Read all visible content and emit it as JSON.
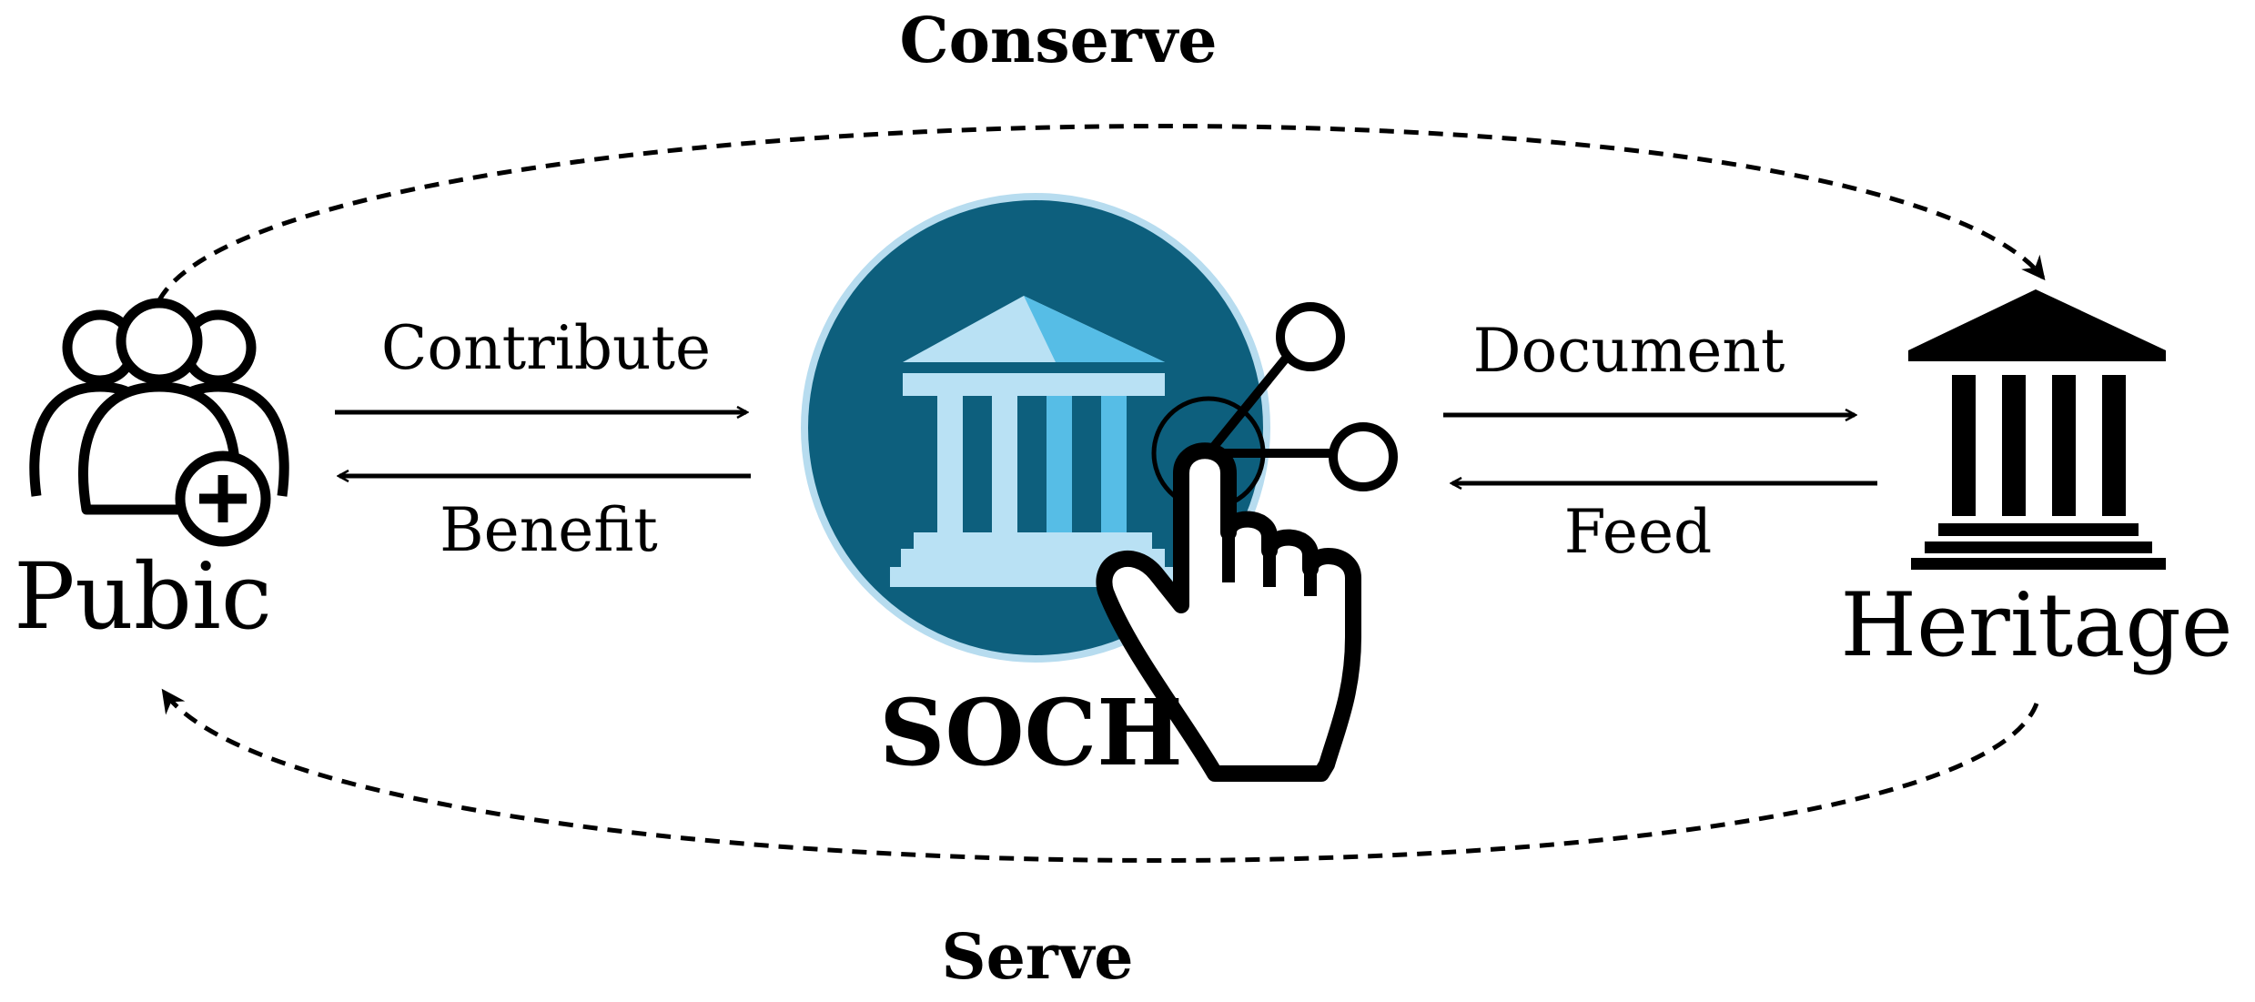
{
  "cycle": {
    "top_label": "Conserve",
    "bottom_label": "Serve"
  },
  "nodes": {
    "public": {
      "label": "Pubic",
      "icon": "people-plus-icon"
    },
    "soch": {
      "label": "SOCH",
      "icon": "museum-touch-icon"
    },
    "heritage": {
      "label": "Heritage",
      "icon": "museum-icon"
    }
  },
  "flows": {
    "contribute": "Contribute",
    "benefit": "Benefit",
    "document": "Document",
    "feed": "Feed"
  },
  "colors": {
    "ink": "#000000",
    "circle_dark": "#0d5f7d",
    "circle_ring": "#b7dcef",
    "building_light": "#b9e1f4",
    "building_accent": "#56bde6"
  }
}
